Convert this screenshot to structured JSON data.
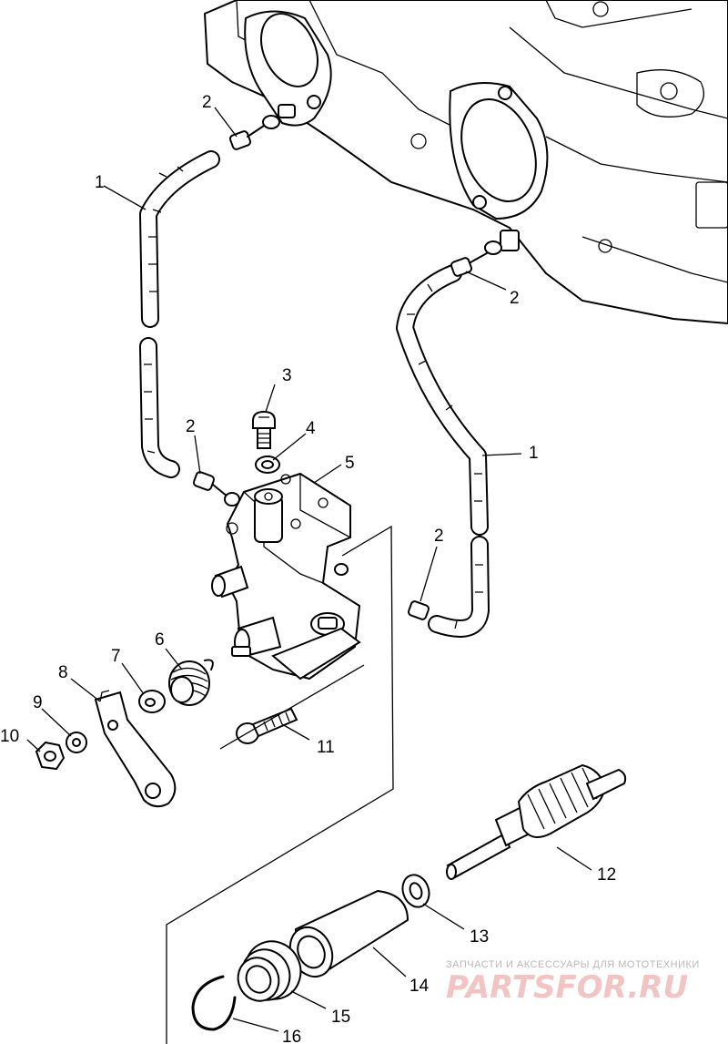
{
  "callouts": {
    "c1a": "1",
    "c1b": "1",
    "c2a": "2",
    "c2b": "2",
    "c2c": "2",
    "c2d": "2",
    "c3": "3",
    "c4": "4",
    "c5": "5",
    "c6": "6",
    "c7": "7",
    "c8": "8",
    "c9": "9",
    "c10": "10",
    "c11": "11",
    "c12": "12",
    "c13": "13",
    "c14": "14",
    "c15": "15",
    "c16": "16"
  },
  "watermark": {
    "tagline": "ЗАПЧАСТИ И АКСЕССУАРЫ ДЛЯ МОТОТЕХНИКИ",
    "logo": "PARTSFOR.RU"
  },
  "colors": {
    "line": "#000000",
    "background": "#ffffff",
    "watermark_text": "#b9b9b9",
    "watermark_logo": "#f2c4c4"
  }
}
